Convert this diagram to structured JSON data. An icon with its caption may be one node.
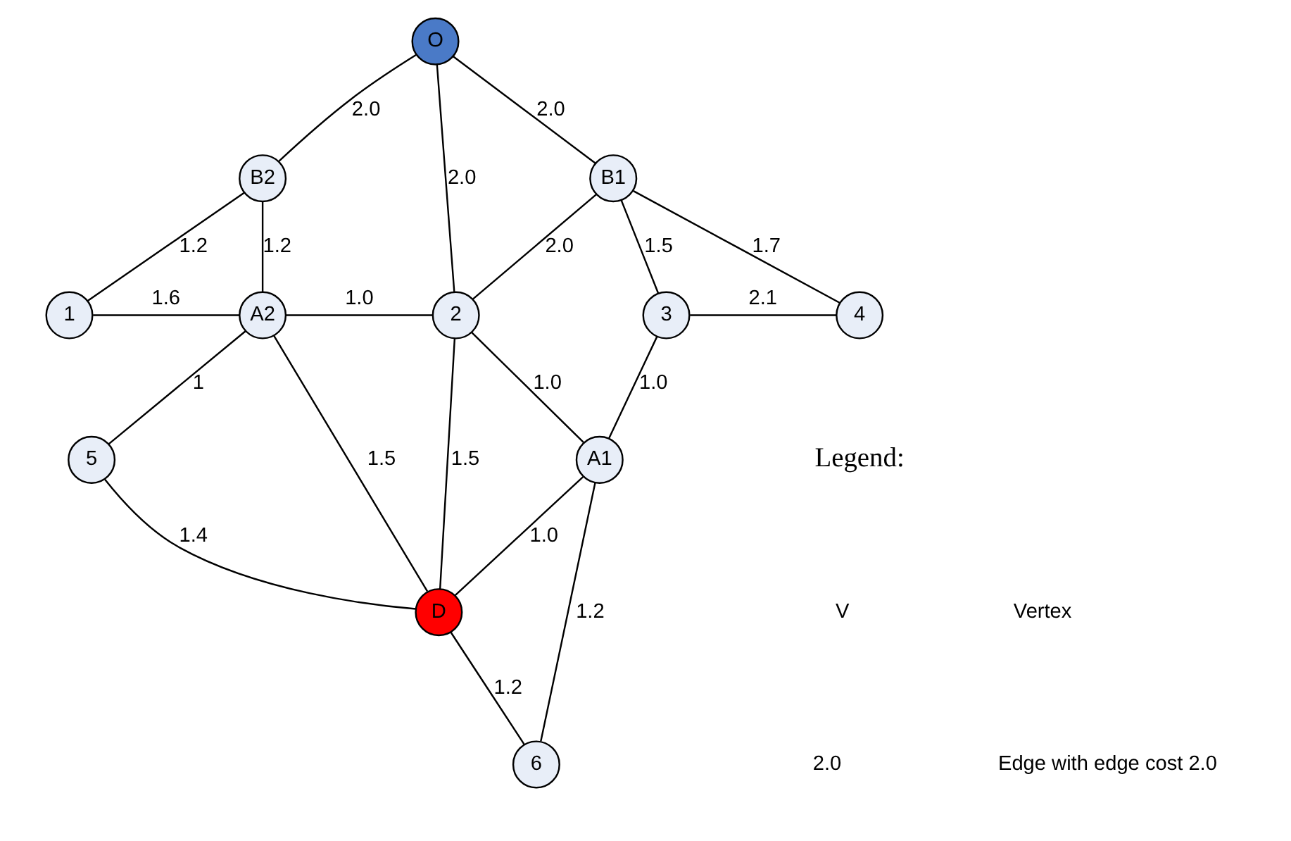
{
  "diagram": {
    "nodes": [
      {
        "text": [
          "O"
        ]
      },
      {
        "text": [
          "B2"
        ]
      },
      {
        "text": [
          "B1"
        ]
      },
      {
        "text": [
          "1"
        ]
      },
      {
        "text": [
          "A2"
        ]
      },
      {
        "text": [
          "2"
        ]
      },
      {
        "text": [
          "3"
        ]
      },
      {
        "text": [
          "4"
        ]
      },
      {
        "text": [
          "5"
        ]
      },
      {
        "text": [
          "A1"
        ]
      },
      {
        "text": [
          "D"
        ]
      },
      {
        "text": [
          "6"
        ]
      }
    ],
    "edges": [
      {
        "from": 0,
        "to": 1,
        "arrow": "none",
        "label": "2.0"
      },
      {
        "from": 0,
        "to": 5,
        "arrow": "none",
        "label": "2.0"
      },
      {
        "from": 0,
        "to": 2,
        "arrow": "none",
        "label": "2.0"
      },
      {
        "from": 1,
        "to": 3,
        "arrow": "none",
        "label": "1.2"
      },
      {
        "from": 1,
        "to": 4,
        "arrow": "none",
        "label": "1.2"
      },
      {
        "from": 2,
        "to": 5,
        "arrow": "none",
        "label": "2.0"
      },
      {
        "from": 2,
        "to": 6,
        "arrow": "none",
        "label": "1.5"
      },
      {
        "from": 2,
        "to": 7,
        "arrow": "none",
        "label": "1.7"
      },
      {
        "from": 3,
        "to": 4,
        "arrow": "none",
        "label": "1.6"
      },
      {
        "from": 4,
        "to": 5,
        "arrow": "none",
        "label": "1.0"
      },
      {
        "from": 6,
        "to": 7,
        "arrow": "none",
        "label": "2.1"
      },
      {
        "from": 4,
        "to": 8,
        "arrow": "none",
        "label": "1"
      },
      {
        "from": 4,
        "to": 10,
        "arrow": "none",
        "label": "1.5"
      },
      {
        "from": 5,
        "to": 10,
        "arrow": "none",
        "label": "1.5"
      },
      {
        "from": 5,
        "to": 9,
        "arrow": "none",
        "label": "1.0"
      },
      {
        "from": 6,
        "to": 9,
        "arrow": "none",
        "label": "1.0"
      },
      {
        "from": 8,
        "to": 10,
        "arrow": "none",
        "label": "1.4"
      },
      {
        "from": 9,
        "to": 10,
        "arrow": "none",
        "label": "1.0"
      },
      {
        "from": 9,
        "to": 11,
        "arrow": "none",
        "label": "1.2"
      },
      {
        "from": 10,
        "to": 11,
        "arrow": "none",
        "label": "1.2"
      }
    ],
    "labels": [
      "Legend:",
      "V",
      "2.0"
    ],
    "legend": [
      {
        "text": "Vertex"
      },
      {
        "text": "Edge with edge cost 2.0"
      }
    ]
  }
}
